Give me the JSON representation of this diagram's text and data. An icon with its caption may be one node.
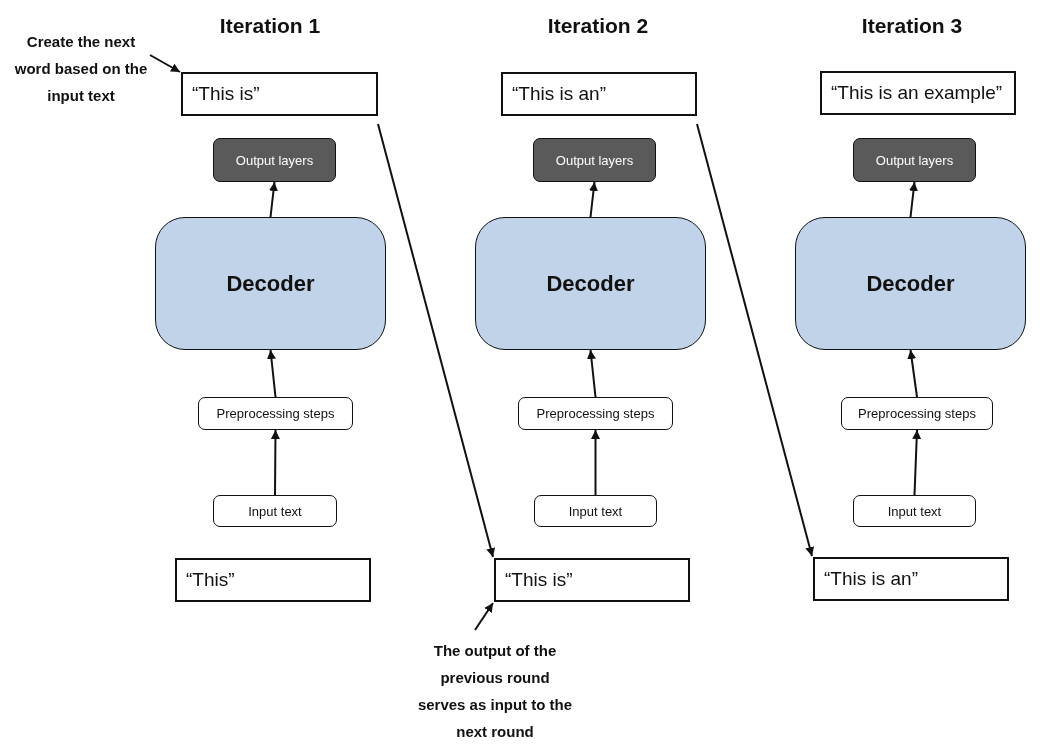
{
  "diagram": {
    "nodes": [
      {
        "text": [
          "Create the next word based on the input text"
        ]
      },
      {
        "text": [
          "“This is”"
        ]
      },
      {
        "text": [
          "Output layers"
        ]
      },
      {
        "text": [
          "Decoder"
        ]
      },
      {
        "text": [
          "Preprocessing steps"
        ]
      },
      {
        "text": [
          "Input text"
        ]
      },
      {
        "text": [
          "“This”"
        ]
      },
      {
        "text": [
          "“This is an”"
        ]
      },
      {
        "text": [
          "Output layers"
        ]
      },
      {
        "text": [
          "Decoder"
        ]
      },
      {
        "text": [
          "Preprocessing steps"
        ]
      },
      {
        "text": [
          "Input text"
        ]
      },
      {
        "text": [
          "“This is”"
        ]
      },
      {
        "text": [
          "“This is an example”"
        ]
      },
      {
        "text": [
          "Output layers"
        ]
      },
      {
        "text": [
          "Decoder"
        ]
      },
      {
        "text": [
          "Preprocessing steps"
        ]
      },
      {
        "text": [
          "Input text"
        ]
      },
      {
        "text": [
          "“This is an”"
        ]
      },
      {
        "text": [
          "The output of the previous round serves as input to the next round"
        ]
      }
    ],
    "edges": [
      {
        "from": 0,
        "to": 1,
        "arrow": "to"
      },
      {
        "from": 5,
        "to": 4,
        "arrow": "to"
      },
      {
        "from": 4,
        "to": 3,
        "arrow": "to"
      },
      {
        "from": 3,
        "to": 2,
        "arrow": "to"
      },
      {
        "from": 1,
        "to": 12,
        "arrow": "to"
      },
      {
        "from": 11,
        "to": 10,
        "arrow": "to"
      },
      {
        "from": 10,
        "to": 9,
        "arrow": "to"
      },
      {
        "from": 9,
        "to": 8,
        "arrow": "to"
      },
      {
        "from": 7,
        "to": 18,
        "arrow": "to"
      },
      {
        "from": 17,
        "to": 16,
        "arrow": "to"
      },
      {
        "from": 16,
        "to": 15,
        "arrow": "to"
      },
      {
        "from": 15,
        "to": 14,
        "arrow": "to"
      },
      {
        "from": 19,
        "to": 12,
        "arrow": "to"
      }
    ],
    "labels": [
      "Iteration 1",
      "Iteration 2",
      "Iteration 3"
    ]
  }
}
